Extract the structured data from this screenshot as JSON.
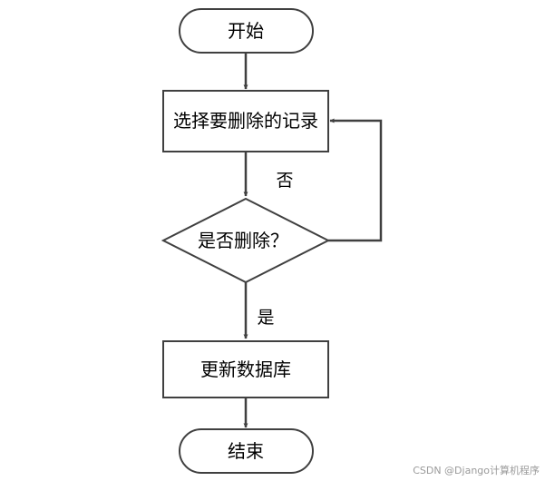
{
  "nodes": {
    "start": "开始",
    "select": "选择要删除的记录",
    "decision": "是否删除？",
    "update": "更新数据库",
    "end": "结束"
  },
  "edges": {
    "no_label": "否",
    "yes_label": "是"
  },
  "watermark": "CSDN @Django计算机程序",
  "colors": {
    "stroke": "#404040",
    "fill": "#ffffff"
  }
}
